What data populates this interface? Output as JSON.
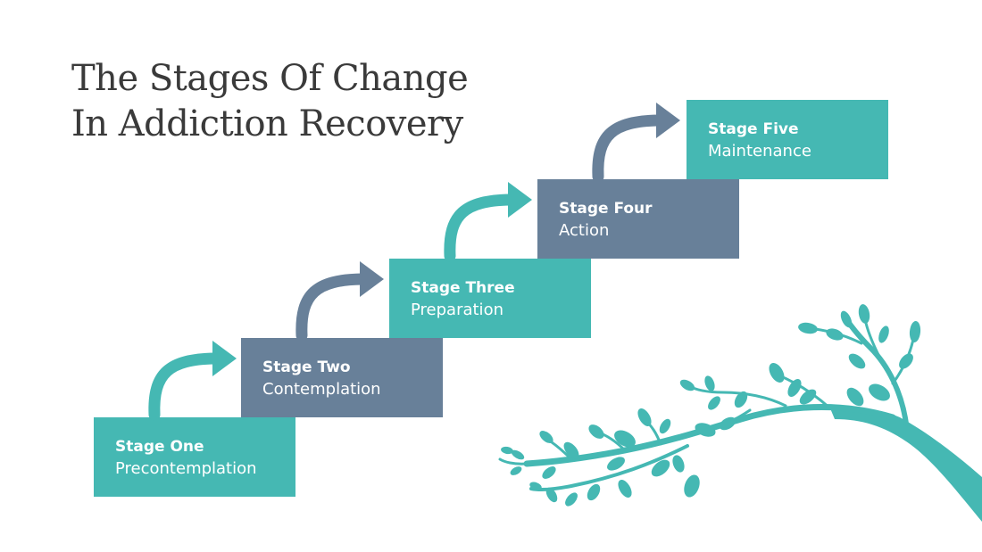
{
  "title": {
    "line1": "The Stages Of Change",
    "line2": "In Addiction Recovery"
  },
  "colors": {
    "teal": "#45b8b3",
    "slate": "#688099",
    "title_text": "#3a3a3a",
    "label_text": "#ffffff"
  },
  "stages": [
    {
      "label": "Stage One",
      "name": "Precontemplation",
      "color": "teal"
    },
    {
      "label": "Stage Two",
      "name": "Contemplation",
      "color": "slate"
    },
    {
      "label": "Stage Three",
      "name": "Preparation",
      "color": "teal"
    },
    {
      "label": "Stage Four",
      "name": "Action",
      "color": "slate"
    },
    {
      "label": "Stage Five",
      "name": "Maintenance",
      "color": "teal"
    }
  ],
  "decoration": {
    "branch_icon": "leafy-branch-icon",
    "arrow_icon": "curved-arrow-icon"
  }
}
